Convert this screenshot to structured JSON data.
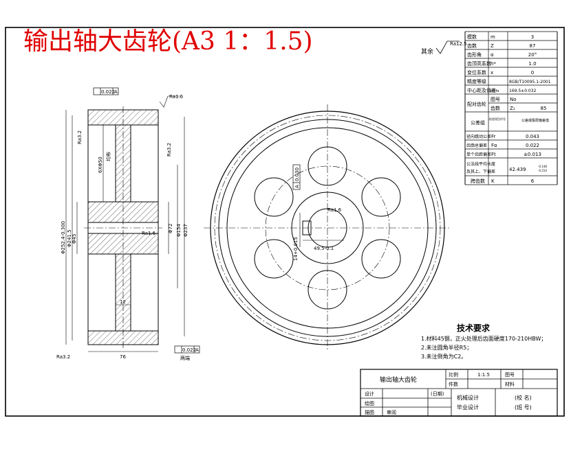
{
  "title": "输出轴大齿轮(A3 1：1.5)",
  "colors": {
    "title": "#e00000",
    "line": "#000000",
    "paper": "#ffffff"
  },
  "rough_corner": "其余",
  "rough_values": {
    "top_corner": "Ra12.5",
    "top_face": "Ra1.6",
    "left_face": "Ra3.2",
    "right_face": "Ra3.2",
    "bore": "Ra1.6",
    "bottom_left": "Ra3.2",
    "key": "Ra1.6"
  },
  "tolerance_frames": {
    "top": "0.022",
    "top_datum": "A",
    "bottom": "0.022",
    "bottom_datum": "A",
    "bottom_note": "两端",
    "key": "0.030",
    "key_datum": "A"
  },
  "dims": {
    "od": "Φ252.4-0.300",
    "hub_dia": "Φ241.5",
    "bore_small": "Φ45",
    "holes": "6XΦ50",
    "holes_note": "均布",
    "d72": "Φ72",
    "d154": "Φ154",
    "d237": "Φ237",
    "w12": "12",
    "w76": "76",
    "key_depth": "14+0.015",
    "key_depth2": "49.5-0.1"
  },
  "params": [
    {
      "name": "模数",
      "sym": "m",
      "val": "3"
    },
    {
      "name": "齿数",
      "sym": "Z",
      "val": "87"
    },
    {
      "name": "齿形角",
      "sym": "α",
      "val": "20°"
    },
    {
      "name": "齿顶高系数",
      "sym": "h*",
      "val": "1.0"
    },
    {
      "name": "变位系数",
      "sym": "x",
      "val": "0"
    },
    {
      "name": "精度等级",
      "sym": "",
      "val": "8GB/T10095.1-2001"
    },
    {
      "name": "中心距及偏差",
      "sym": "α±fα",
      "val": "169.5±0.032"
    }
  ],
  "mate": {
    "label": "配对齿轮",
    "r1a": "图号",
    "r1b": "No",
    "r2a": "齿数",
    "r2b": "Z₁",
    "r2c": "85"
  },
  "group": {
    "label": "公差组",
    "c1": "检验项目代号",
    "c2": "公差或极限偏差值"
  },
  "checks": [
    {
      "name": "径向跳动公差",
      "sym": "Fr",
      "val": "0.043"
    },
    {
      "name": "齿廓总偏差",
      "sym": "Fα",
      "val": "0.022"
    },
    {
      "name": "单个齿距偏差",
      "sym": "Ft",
      "val": "±0.013"
    }
  ],
  "common_normal": {
    "label1": "公法线平均长度",
    "label2": "及其上、下偏差",
    "val": "42.439",
    "up": "-0.148",
    "down": "-0.210"
  },
  "span": {
    "label": "跨齿数",
    "sym": "K",
    "val": "6"
  },
  "tech": {
    "heading": "技术要求",
    "items": [
      "1.材料45钢，正火处理后齿面硬度170-210HBW；",
      "2.未注圆角半径R5；",
      "3.未注倒角为C2。"
    ]
  },
  "title_block": {
    "part_name": "输出轴大齿轮",
    "scale_label": "比例",
    "scale": "1:1.5",
    "drawing_no_label": "图号",
    "qty_label": "件数",
    "material_label": "材料",
    "design": "设计",
    "date": "(日期)",
    "draw": "绘图",
    "check": "描图",
    "review": "审阅",
    "course1": "机械设计",
    "course2": "毕业设计",
    "school1": "(校 名)",
    "school2": "(班 号)"
  }
}
